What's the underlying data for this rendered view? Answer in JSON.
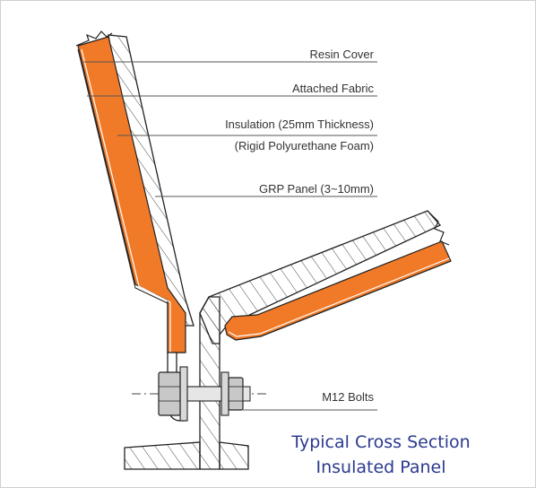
{
  "diagram": {
    "labels": {
      "resin_cover": "Resin Cover",
      "attached_fabric": "Attached Fabric",
      "insulation": "Insulation (25mm Thickness)",
      "insulation_sub": "(Rigid Polyurethane Foam)",
      "grp_panel": "GRP Panel (3~10mm)",
      "bolts": "M12 Bolts"
    },
    "caption": {
      "line1": "Typical Cross Section",
      "line2": "Insulated Panel"
    }
  },
  "colors": {
    "insulation": "#f07a28",
    "outline": "#222222",
    "caption": "#2b3a8f",
    "bolt": "#c8c8c8",
    "leader": "#555555"
  }
}
